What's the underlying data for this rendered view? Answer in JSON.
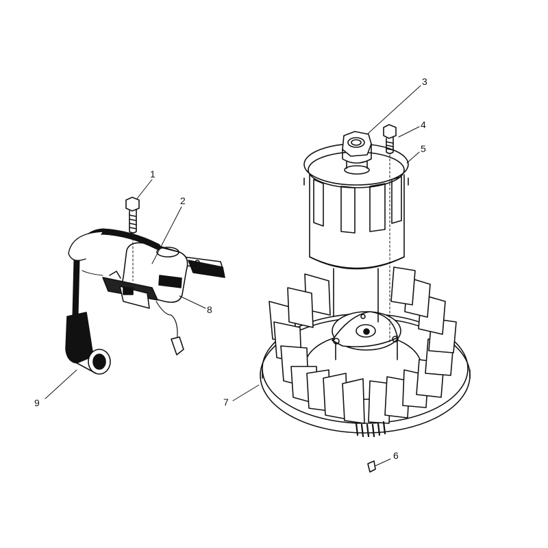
{
  "colors": {
    "ink": "#111111",
    "paper": "#ffffff",
    "shade": "#e6e6e6"
  },
  "callouts": [
    {
      "id": "1",
      "label": "1"
    },
    {
      "id": "2",
      "label": "2"
    },
    {
      "id": "3",
      "label": "3"
    },
    {
      "id": "4",
      "label": "4"
    },
    {
      "id": "5",
      "label": "5"
    },
    {
      "id": "6",
      "label": "6"
    },
    {
      "id": "7",
      "label": "7"
    },
    {
      "id": "8",
      "label": "8"
    },
    {
      "id": "9",
      "label": "9"
    }
  ]
}
